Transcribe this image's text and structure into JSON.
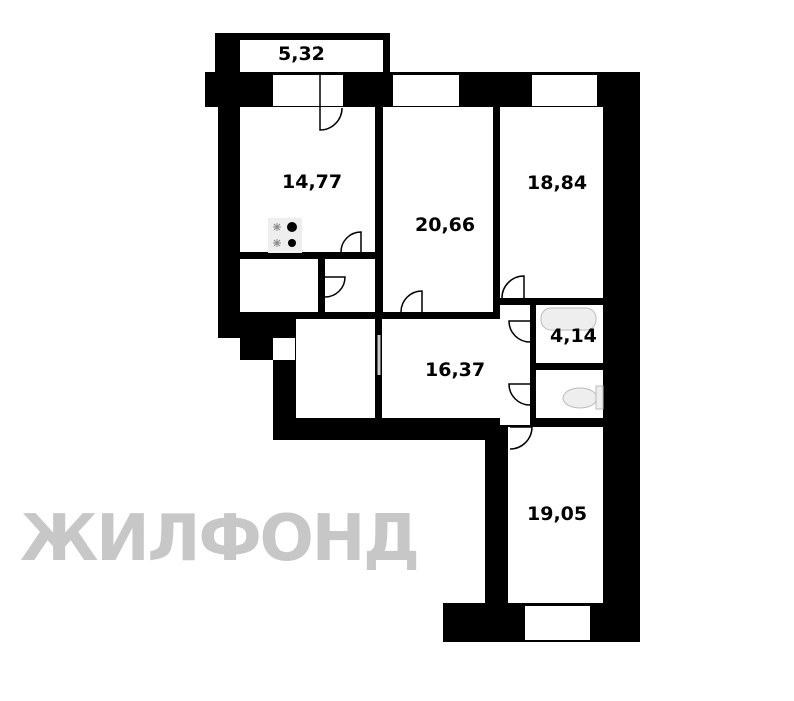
{
  "plan": {
    "watermark": "ЖИЛФОНД",
    "rooms": [
      {
        "id": "balcony",
        "area": "5,32"
      },
      {
        "id": "kitchen",
        "area": "14,77"
      },
      {
        "id": "living-room",
        "area": "20,66"
      },
      {
        "id": "bedroom-1",
        "area": "18,84"
      },
      {
        "id": "bathroom",
        "area": "4,14"
      },
      {
        "id": "hallway",
        "area": "16,37"
      },
      {
        "id": "bedroom-2",
        "area": "19,05"
      }
    ],
    "colors": {
      "wall": "#000000",
      "floor": "#ffffff",
      "watermark": "#9a9a9a"
    }
  }
}
